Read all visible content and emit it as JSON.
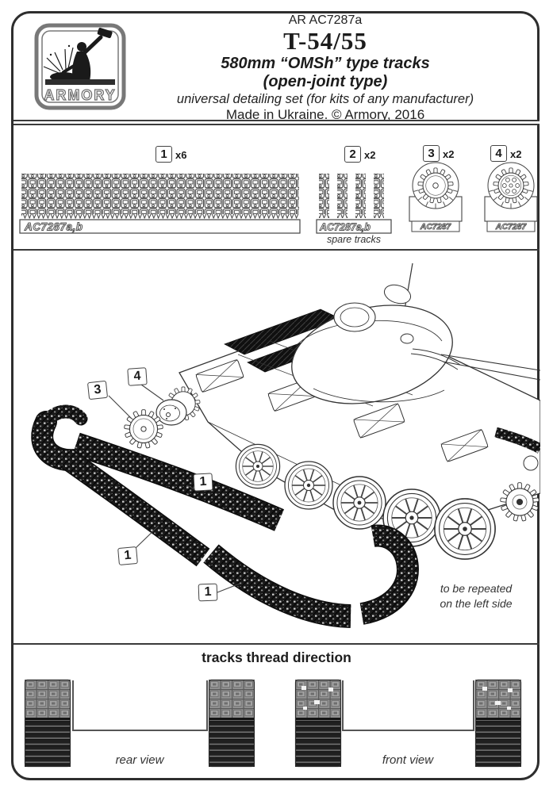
{
  "header": {
    "product_code": "AR AC7287a",
    "title": "T-54/55",
    "subtitle1": "580mm “OMSh” type tracks",
    "subtitle2": "(open-joint type)",
    "subtitle3": "universal detailing set (for kits of any manufacturer)",
    "subtitle4": "Made in Ukraine. © Armory, 2016",
    "logo_text": "ARMORY"
  },
  "parts": {
    "items": [
      {
        "number": "1",
        "qty": "x6",
        "plate_label": "AC7287a,b"
      },
      {
        "number": "2",
        "qty": "x2",
        "plate_label": "AC7287a,b",
        "caption": "spare tracks"
      },
      {
        "number": "3",
        "qty": "x2",
        "plate_label": "AC7287"
      },
      {
        "number": "4",
        "qty": "x2",
        "plate_label": "AC7287"
      }
    ]
  },
  "assembly": {
    "callouts": [
      {
        "label": "3"
      },
      {
        "label": "4"
      },
      {
        "label": "1"
      },
      {
        "label": "1"
      },
      {
        "label": "1"
      }
    ],
    "note_line1": "to be repeated",
    "note_line2": "on the left side"
  },
  "footer": {
    "heading": "tracks thread direction",
    "rear_caption": "rear view",
    "front_caption": "front view"
  },
  "colors": {
    "ink": "#2e2e2e",
    "paper": "#ffffff"
  }
}
